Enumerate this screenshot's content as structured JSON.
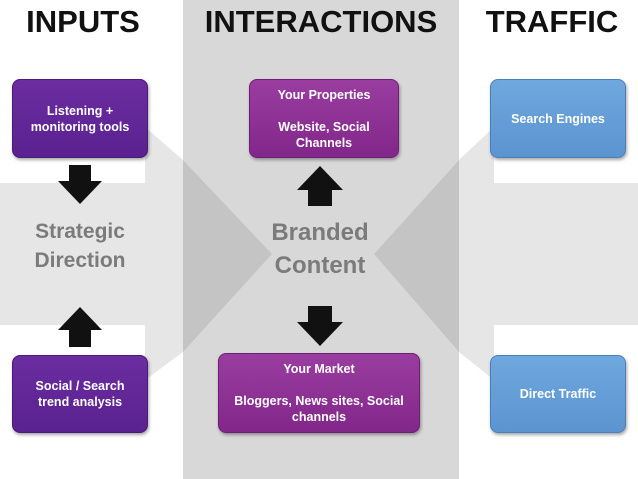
{
  "headings": {
    "inputs": "INPUTS",
    "interactions": "INTERACTIONS",
    "traffic": "TRAFFIC"
  },
  "inputs": {
    "listening": [
      "Listening +",
      "monitoring tools"
    ],
    "strategic": [
      "Strategic",
      "Direction"
    ],
    "social_search": [
      "Social  / Search",
      "trend analysis"
    ]
  },
  "interactions": {
    "properties_title": "Your Properties",
    "properties_detail": [
      "Website, Social",
      "Channels"
    ],
    "branded": [
      "Branded",
      "Content"
    ],
    "market_title": "Your Market",
    "market_detail": [
      "Bloggers, News sites, Social",
      "channels"
    ]
  },
  "traffic": {
    "search_engines": "Search Engines",
    "direct": "Direct Traffic"
  },
  "colors": {
    "input_box": "#5f2596",
    "interaction_box": "#8e318f",
    "traffic_box": "#649ed8",
    "center_band": "#d8d8d8",
    "light_band": "#e6e6e6",
    "arrow": "#111111"
  }
}
